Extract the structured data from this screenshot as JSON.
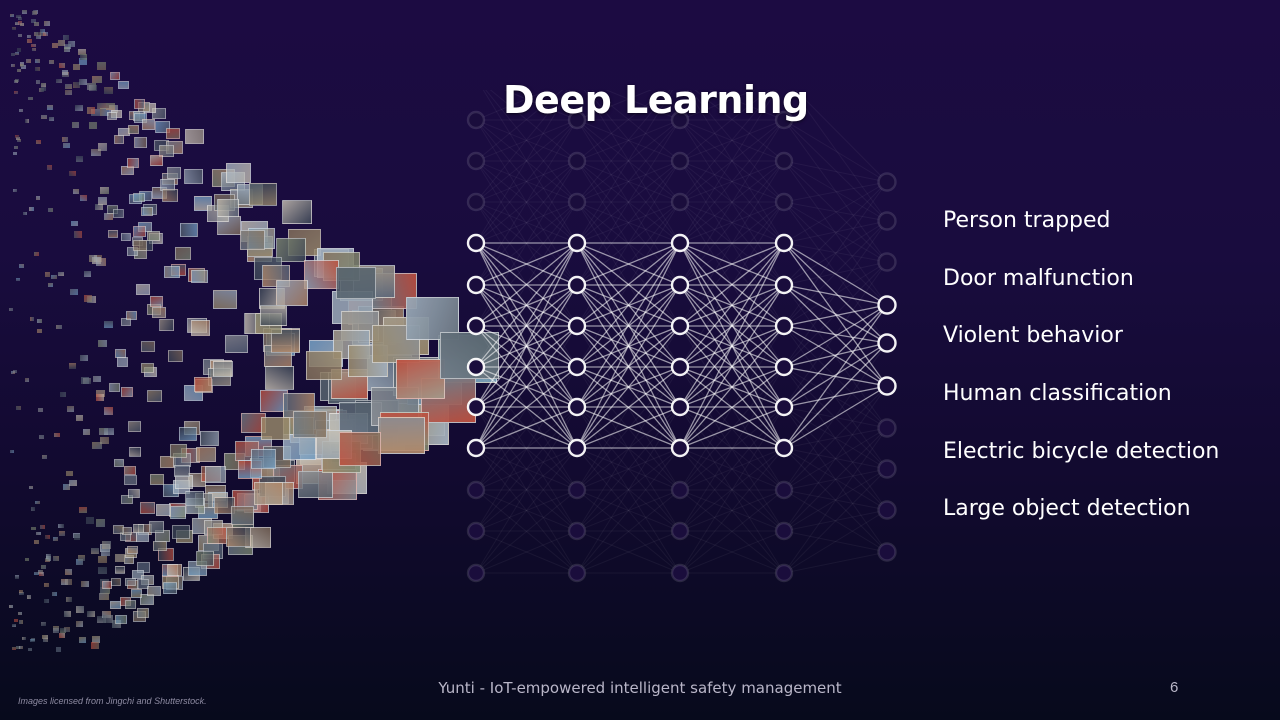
{
  "slide": {
    "title": "Deep Learning",
    "outputs": [
      "Person trapped",
      "Door malfunction",
      "Violent behavior",
      "Human classification",
      "Electric bicycle detection",
      "Large object detection"
    ],
    "footer": "Yunti - IoT-empowered intelligent safety management",
    "page_number": "6",
    "credit": "Images licensed from Jingchi and Shutterstock."
  },
  "images": {
    "mosaic": "photo-mosaic-of-street-and-building-images",
    "network": "neural-network-diagram"
  },
  "colors": {
    "background_top": "#1c0b42",
    "background_bottom": "#070a1c",
    "node": "#ffffff",
    "text": "#ffffff",
    "footer_text": "#b9b6c8"
  }
}
